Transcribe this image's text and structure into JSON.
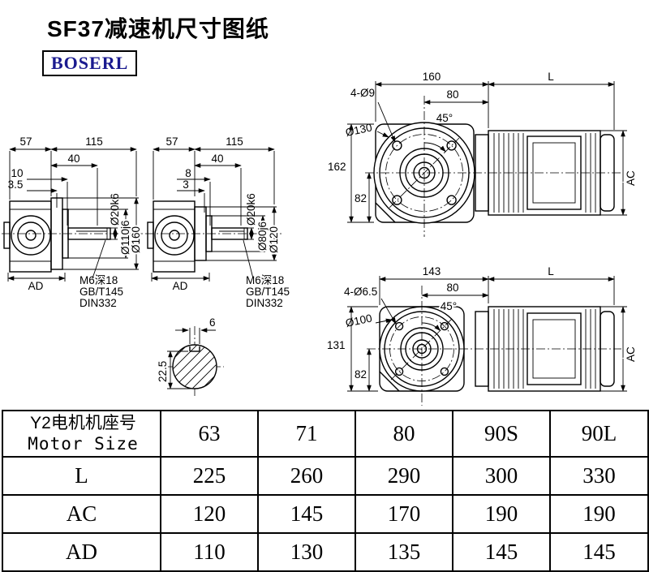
{
  "page": {
    "title": "SF37减速机尺寸图纸",
    "brand": "BOSERL"
  },
  "views": {
    "side1": {
      "w_body": "57",
      "w_total": "115",
      "w_shaft": "40",
      "w_step1": "10",
      "w_step2": "3.5",
      "shaft_dia": "Ø20k6",
      "spigot_dia": "Ø110j6",
      "flange_dia": "Ø160",
      "ad_label": "AD",
      "note_line1": "M6深18",
      "note_line2": "GB/T145",
      "note_line3": "DIN332"
    },
    "side2": {
      "w_body": "57",
      "w_total": "115",
      "w_shaft": "40",
      "w_step1": "8",
      "w_step2": "3",
      "shaft_dia": "Ø20k6",
      "spigot_dia": "Ø80j6",
      "flange_dia": "Ø120",
      "ad_label": "AD",
      "note_line1": "M6深18",
      "note_line2": "GB/T145",
      "note_line3": "DIN332"
    },
    "key_section": {
      "key_width": "6",
      "key_height": "22.5"
    },
    "front_top": {
      "width_flange": "160",
      "width_half": "80",
      "motor_len": "L",
      "holes": "4-Ø9",
      "angle": "45°",
      "flange_circle": "Ø130",
      "height": "162",
      "center_height": "82",
      "motor_dia": "AC"
    },
    "front_bottom": {
      "width_flange": "143",
      "width_half": "80",
      "motor_len": "L",
      "holes": "4-Ø6.5",
      "angle": "45°",
      "flange_circle": "Ø100",
      "height": "131",
      "center_height": "82",
      "motor_dia": "AC"
    }
  },
  "table": {
    "header_cn": "Y2电机机座号",
    "header_en": "Motor Size",
    "sizes": [
      "63",
      "71",
      "80",
      "90S",
      "90L"
    ],
    "rows": [
      {
        "label": "L",
        "values": [
          "225",
          "260",
          "290",
          "300",
          "330"
        ]
      },
      {
        "label": "AC",
        "values": [
          "120",
          "145",
          "170",
          "190",
          "190"
        ]
      },
      {
        "label": "AD",
        "values": [
          "110",
          "130",
          "135",
          "145",
          "145"
        ]
      }
    ]
  }
}
